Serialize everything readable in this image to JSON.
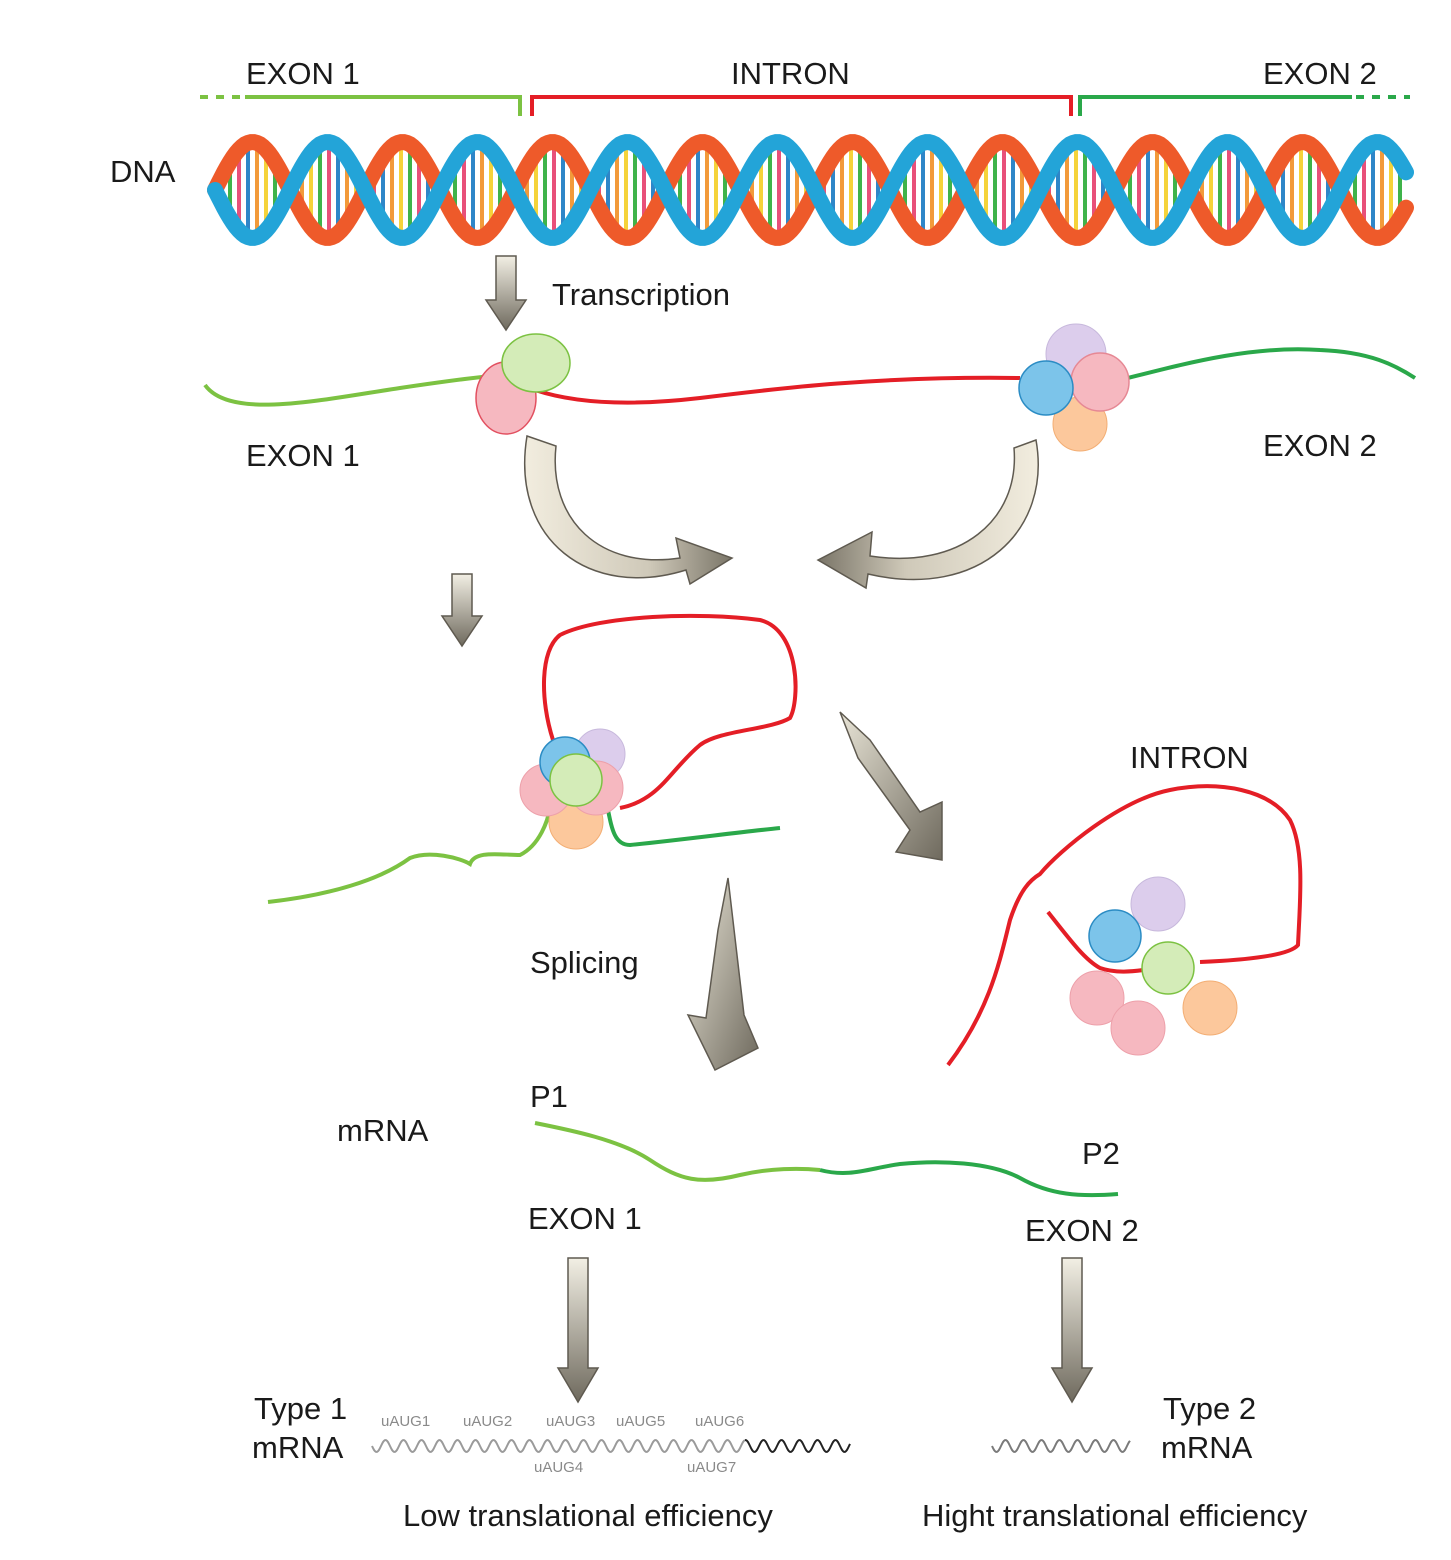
{
  "labels": {
    "dna": "DNA",
    "top_exon1": "EXON 1",
    "top_intron": "INTRON",
    "top_exon2": "EXON 2",
    "transcription": "Transcription",
    "pre_exon1": "EXON 1",
    "pre_exon2": "EXON 2",
    "excised_intron": "INTRON",
    "splicing": "Splicing",
    "mrna": "mRNA",
    "p1": "P1",
    "p2": "P2",
    "mrna_exon1": "EXON 1",
    "mrna_exon2": "EXON 2",
    "type1_line1": "Type 1",
    "type1_line2": "mRNA",
    "type2_line1": "Type 2",
    "type2_line2": "mRNA",
    "uaug1": "uAUG1",
    "uaug2": "uAUG2",
    "uaug3": "uAUG3",
    "uaug4": "uAUG4",
    "uaug5": "uAUG5",
    "uaug6": "uAUG6",
    "uaug7": "uAUG7",
    "low_efficiency": "Low translational efficiency",
    "high_efficiency": "Hight translational efficiency"
  },
  "colors": {
    "exon1": "#7cc242",
    "exon2": "#2aa84a",
    "intron": "#e41e26",
    "arrow_fill": "#8c877a",
    "curved_arrow": "#efeadb",
    "protein_green": "#d4ecb8",
    "protein_pink": "#f6b8c0",
    "protein_blue": "#7cc4ea",
    "protein_purple": "#dccdec",
    "protein_orange": "#fcc89c",
    "dna_blue": "#23a4d8",
    "dna_orange": "#ee5a2a"
  }
}
